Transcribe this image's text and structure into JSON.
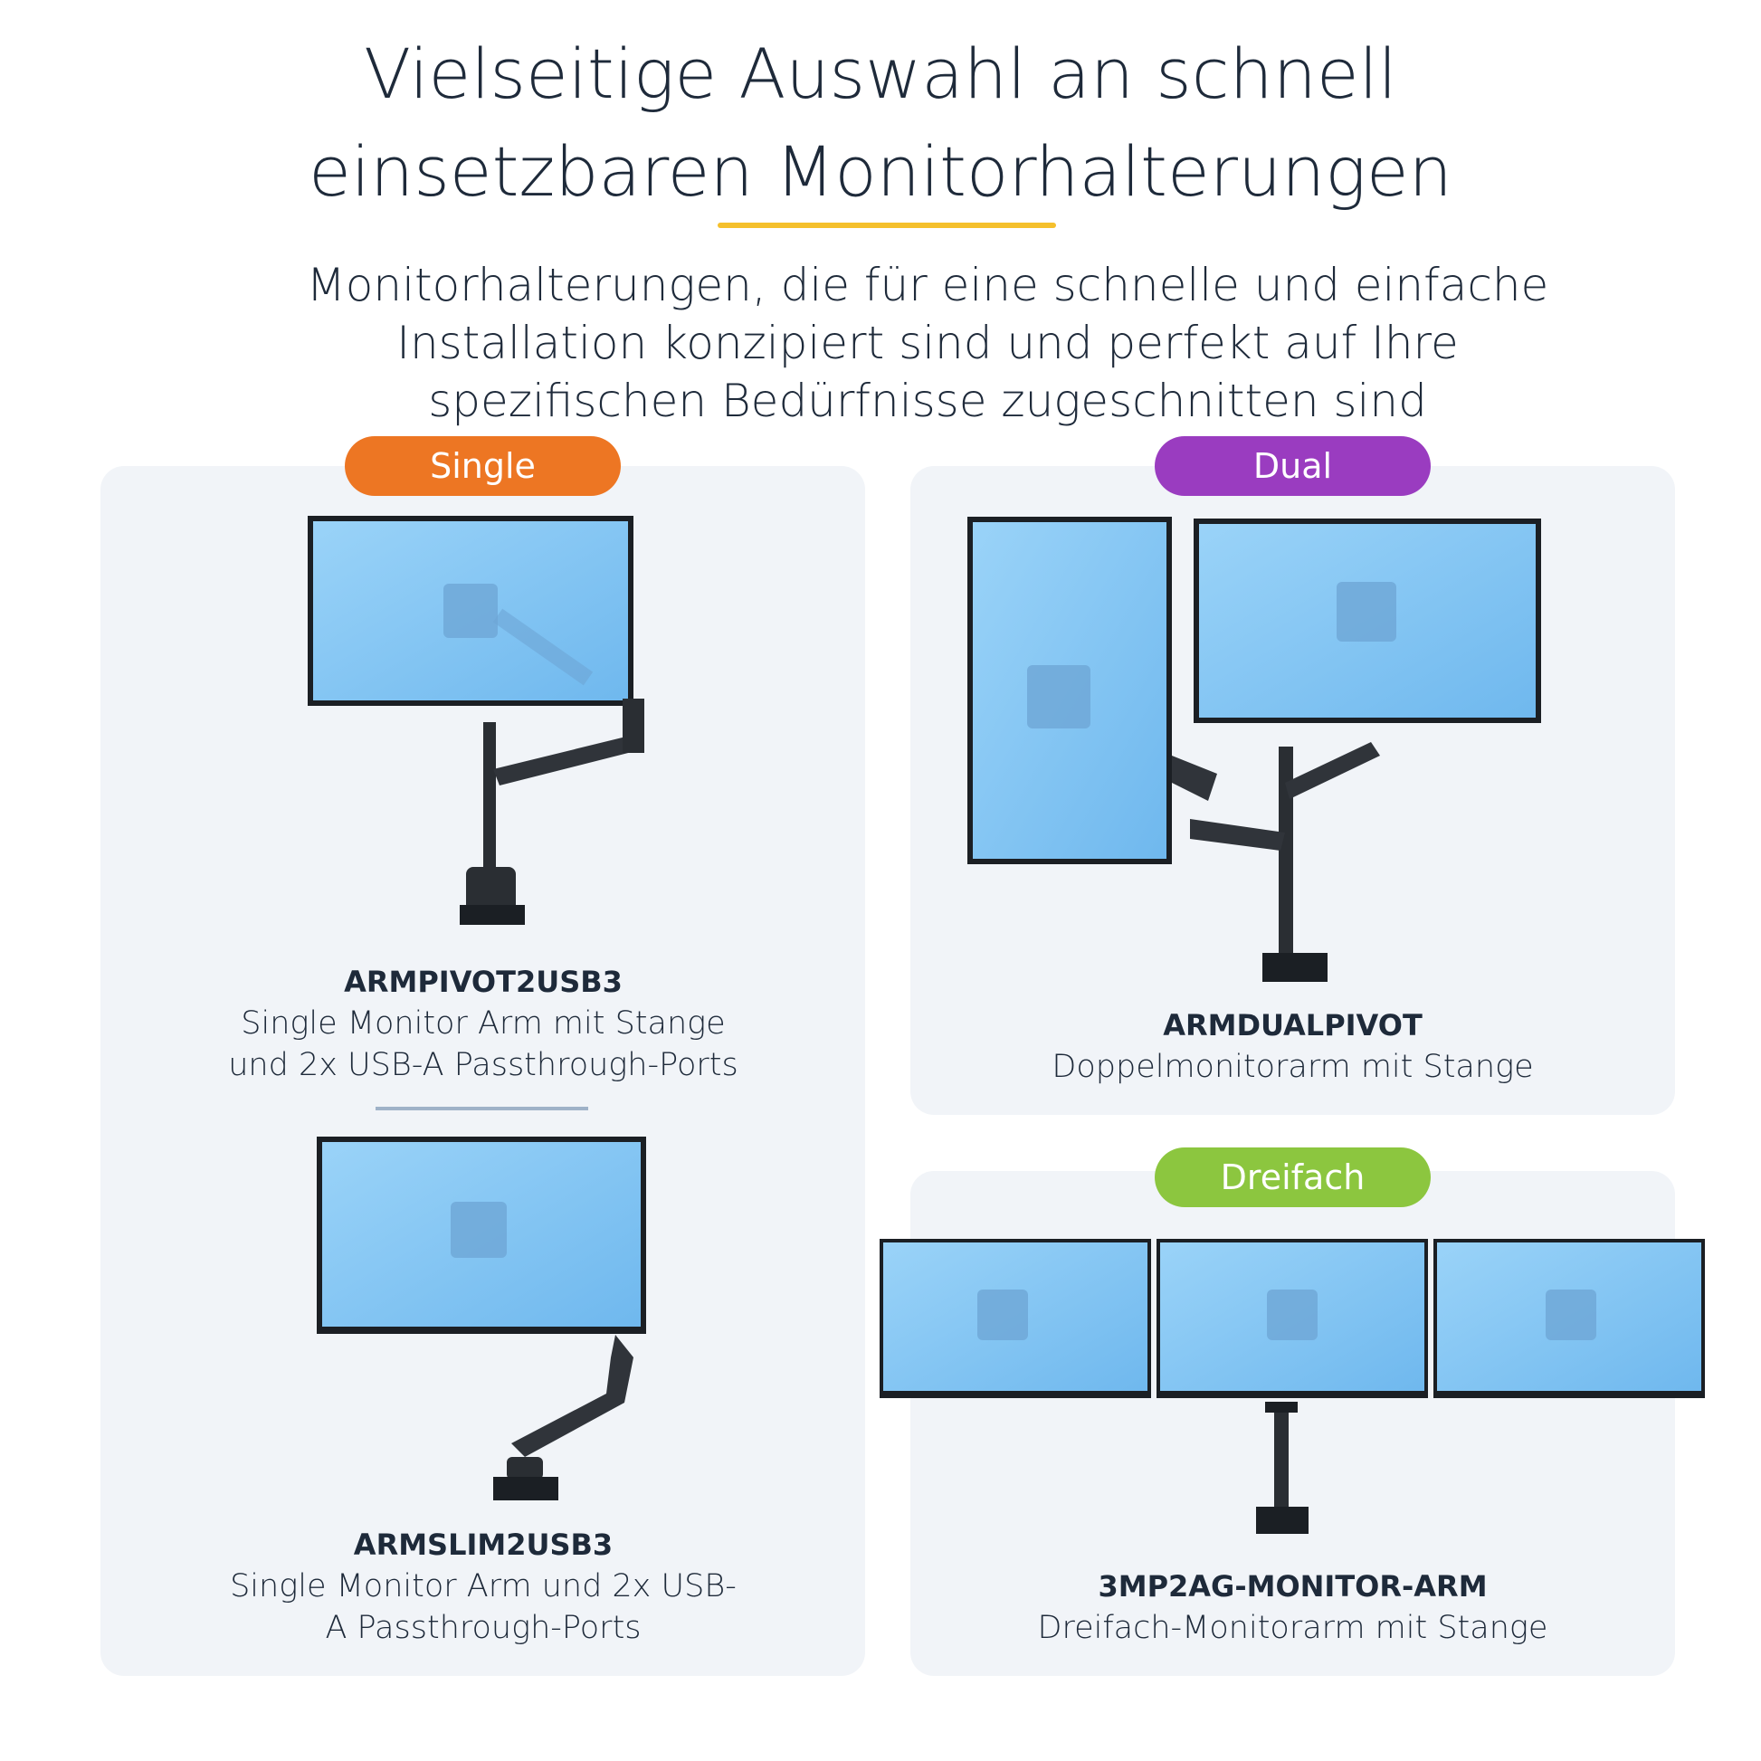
{
  "header": {
    "title_line1": "Vielseitige Auswahl an schnell",
    "title_line2": "einsetzbaren Monitorhalterungen",
    "subtitle_line1": "Monitorhalterungen, die für eine schnelle und einfache",
    "subtitle_line2": "Installation konzipiert sind und perfekt auf Ihre",
    "subtitle_line3": "spezifischen Bedürfnisse zugeschnitten sind"
  },
  "categories": {
    "single": {
      "label": "Single",
      "color": "#ed7623"
    },
    "dual": {
      "label": "Dual",
      "color": "#9a3cc0"
    },
    "triple": {
      "label": "Dreifach",
      "color": "#8cc63f"
    }
  },
  "products": [
    {
      "code": "ARMPIVOT2USB3",
      "desc_line1": "Single Monitor Arm mit Stange",
      "desc_line2": "und 2x USB-A Passthrough-Ports"
    },
    {
      "code": "ARMSLIM2USB3",
      "desc_line1": "Single Monitor Arm und 2x USB-",
      "desc_line2": "A Passthrough-Ports"
    },
    {
      "code": "ARMDUALPIVOT",
      "desc_line1": "Doppelmonitorarm mit Stange"
    },
    {
      "code": "3MP2AG-MONITOR-ARM",
      "desc_line1": "Dreifach-Monitorarm mit Stange"
    }
  ],
  "colors": {
    "accent_line": "#f5c02c",
    "panel_bg": "#f1f4f8",
    "text": "#1e2a3a",
    "screen_blue": "#8fcbf5"
  }
}
